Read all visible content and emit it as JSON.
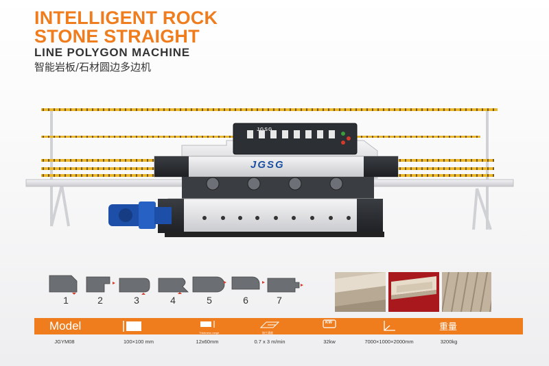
{
  "title": {
    "line1": "INTELLIGENT ROCK",
    "line2": "STONE STRAIGHT",
    "line3": "LINE POLYGON MACHINE",
    "chinese": "智能岩板/石材圆边多边机"
  },
  "machine": {
    "brand": "JGSG",
    "panel_brand": "JGSG"
  },
  "profiles": {
    "numbers": [
      "1",
      "2",
      "3",
      "4",
      "5",
      "6",
      "7"
    ]
  },
  "spec": {
    "model_label": "Model",
    "weight_label": "重量",
    "captions": {
      "thickness": "Thickness range",
      "speed": "加工速度"
    },
    "values": {
      "model": "JGYM08",
      "size": "100×100 mm",
      "thickness": "12x60mm",
      "speed": "0.7 x 3 m/min",
      "power": "32kw",
      "dimensions": "7000×1000×2000mm",
      "weight": "3200kg"
    },
    "power_badge": "KW"
  },
  "colors": {
    "accent": "#ef7d1e",
    "motor_blue": "#1e4fa8",
    "machine_dark": "#2b2e33",
    "rail_yellow": "#e9b52a"
  }
}
